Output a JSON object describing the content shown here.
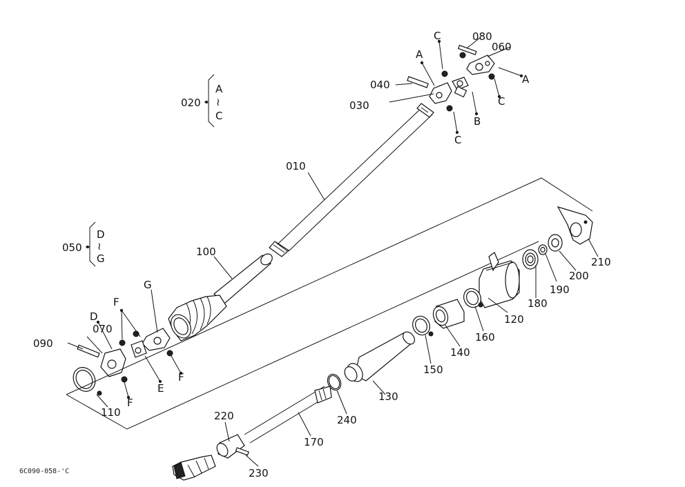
{
  "diagram": {
    "part_numbers": [
      "010",
      "020",
      "030",
      "040",
      "050",
      "060",
      "070",
      "080",
      "090",
      "100",
      "110",
      "120",
      "130",
      "140",
      "150",
      "160",
      "170",
      "180",
      "190",
      "200",
      "210",
      "220",
      "230",
      "240"
    ],
    "group_020": {
      "num": "020",
      "top": "A",
      "sep": "≀",
      "bottom": "C"
    },
    "group_050": {
      "num": "050",
      "top": "D",
      "sep": "≀",
      "bottom": "G"
    },
    "letters": {
      "A1": "A",
      "A2": "A",
      "B": "B",
      "C1": "C",
      "C2": "C",
      "C3": "C",
      "D": "D",
      "E": "E",
      "F1": "F",
      "F2": "F",
      "F3": "F",
      "G": "G"
    },
    "drawing_code": "6C090-058-'C"
  }
}
